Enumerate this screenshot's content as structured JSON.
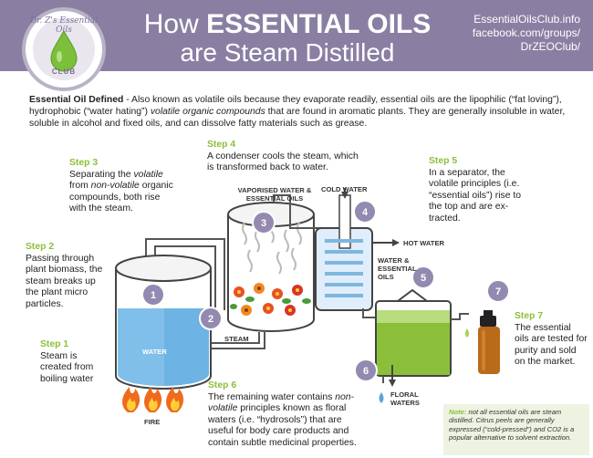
{
  "header": {
    "title_line1_pre": "How ",
    "title_line1_bold": "ESSENTIAL OILS",
    "title_line2": "are Steam Distilled",
    "links": [
      "EssentialOilsClub.info",
      "facebook.com/groups/",
      "DrZEOClub/"
    ],
    "logo_brand": "Dr. Z's Essential Oils",
    "logo_club": "CLUB"
  },
  "definition": {
    "heading": "Essential Oil Defined",
    "parts": [
      " - Also known as volatile oils because they evaporate readily, essential oils are the lipophilic (“fat loving”), hydrophobic (“water hating”) ",
      "volatile organic compounds",
      " that are found in aromatic plants. They are generally insoluble in water, soluble in alcohol and fixed oils, and can dissolve fatty materials such as grease."
    ]
  },
  "steps": {
    "s1": {
      "heading": "Step 1",
      "text": "Steam is created from boiling water"
    },
    "s2": {
      "heading": "Step 2",
      "text": "Passing through plant biomass, the steam breaks up the plant micro particles."
    },
    "s3": {
      "heading": "Step 3",
      "parts": [
        "Separating the ",
        "volatile",
        " from ",
        "non-volatile",
        " organic compounds, both rise with the steam."
      ]
    },
    "s4": {
      "heading": "Step 4",
      "text": "A condenser cools the steam, which is transformed back to water."
    },
    "s5": {
      "heading": "Step 5",
      "text": "In a separator, the volatile principles (i.e. “essential oils”) rise to the top and are ex-tracted."
    },
    "s6": {
      "heading": "Step 6",
      "parts": [
        "The remaining water contains ",
        "non-volatile",
        " principles known as floral waters (i.e. “hydrosols”) that are useful for body care products and contain subtle medicinal properties."
      ]
    },
    "s7": {
      "heading": "Step 7",
      "text": "The essential oils are tested for purity and sold on the market."
    }
  },
  "labels": {
    "vaporised": "VAPORISED WATER & ESSENTIAL OILS",
    "cold_water": "COLD WATER",
    "hot_water": "HOT WATER",
    "water_oils": "WATER & ESSENTIAL OILS",
    "steam": "STEAM",
    "water": "WATER",
    "fire": "FIRE",
    "floral": "FLORAL WATERS"
  },
  "badges": [
    "1",
    "2",
    "3",
    "4",
    "5",
    "6",
    "7"
  ],
  "note": {
    "heading": "Note:",
    "text": " not all essential oils are steam distilled. Citrus peels are generally expressed (“cold-pressed”) and CO2 is a popular alternative to solvent extraction."
  },
  "colors": {
    "banner": "#8a7fa3",
    "step_heading": "#8bbf3a",
    "badge": "#9489b0",
    "water": "#5aa6dc",
    "separator": "#8bbf3a"
  }
}
